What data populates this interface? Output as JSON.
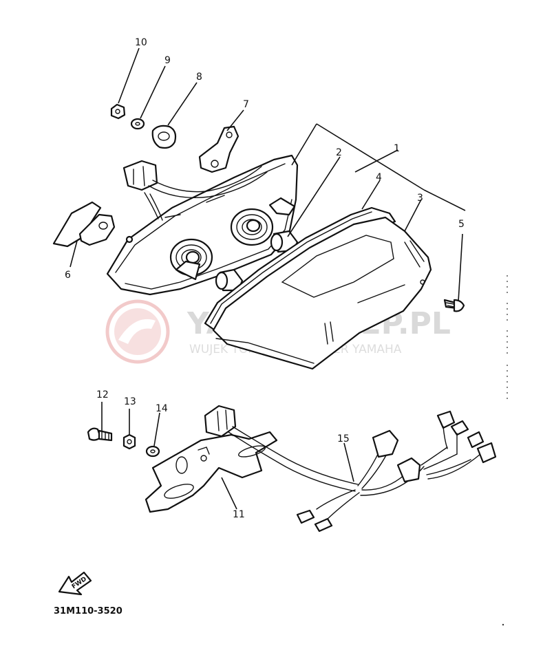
{
  "diagram": {
    "parts": [
      {
        "number": "1"
      },
      {
        "number": "2"
      },
      {
        "number": "3"
      },
      {
        "number": "4"
      },
      {
        "number": "5"
      },
      {
        "number": "6"
      },
      {
        "number": "7"
      },
      {
        "number": "8"
      },
      {
        "number": "9"
      },
      {
        "number": "10"
      },
      {
        "number": "11"
      },
      {
        "number": "12"
      },
      {
        "number": "13"
      },
      {
        "number": "14"
      },
      {
        "number": "15"
      }
    ],
    "fwd_label": "FWD",
    "diagram_code": "31M110-3520"
  },
  "watermark": {
    "title": "YAMA-SKLEP.PL",
    "subtitle": "WUJEK TOMOWICZ DEALER YAMAHA",
    "color": "#e8a0a0"
  }
}
